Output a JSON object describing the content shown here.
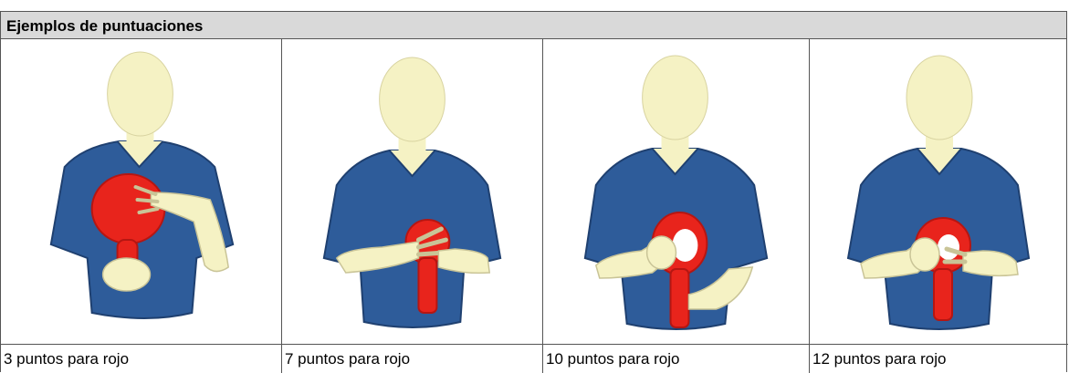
{
  "table": {
    "title": "Ejemplos de puntuaciones",
    "columns": [
      {
        "caption": "3 puntos para rojo",
        "figure": "umpire-score-gesture-3-icon"
      },
      {
        "caption": "7 puntos para rojo",
        "figure": "umpire-score-gesture-7-icon"
      },
      {
        "caption": "10 puntos para rojo",
        "figure": "umpire-score-gesture-10-icon"
      },
      {
        "caption": "12 puntos para rojo",
        "figure": "umpire-score-gesture-12-icon"
      }
    ]
  },
  "colors": {
    "header_bg": "#d9d9d9",
    "skin": "#f5f2c4",
    "shirt": "#2e5c9a",
    "paddle": "#e8241c",
    "border": "#555555"
  }
}
